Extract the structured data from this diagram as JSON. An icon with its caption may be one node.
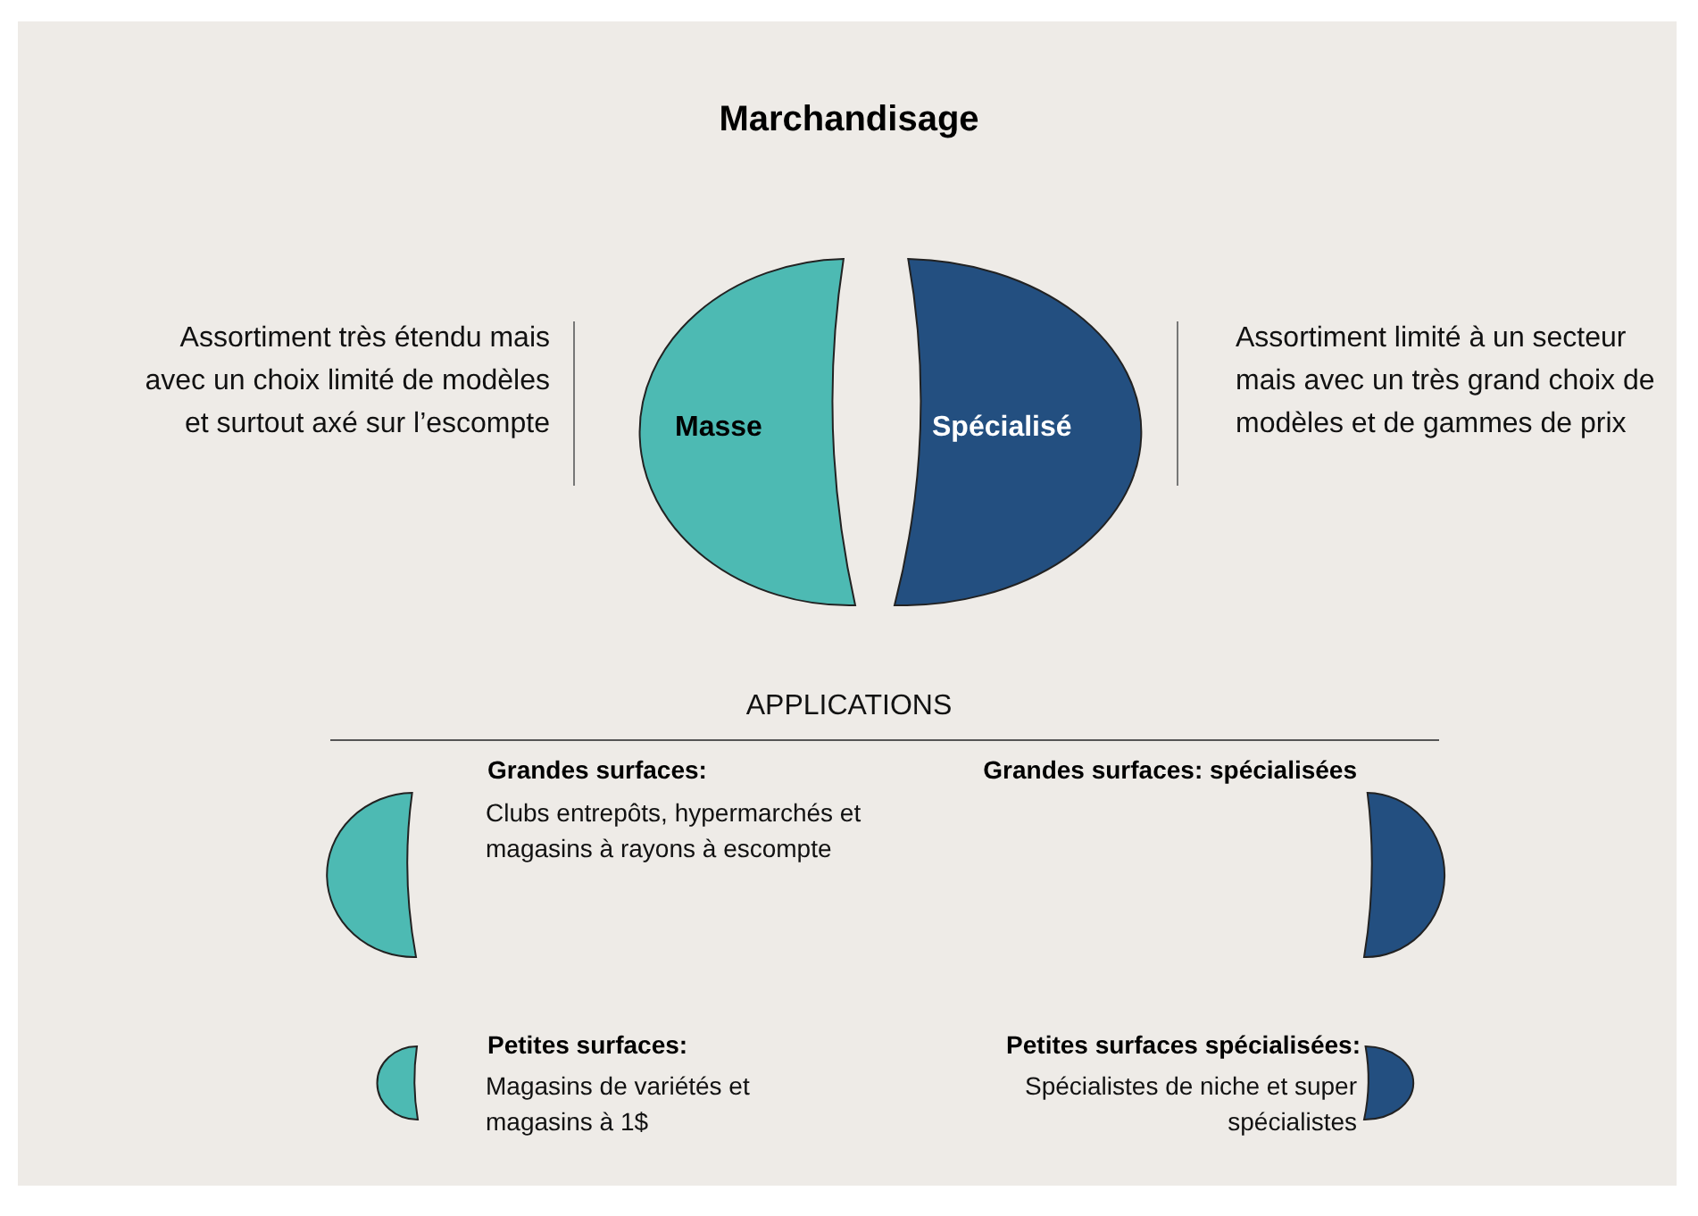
{
  "diagram": {
    "title": "Marchandisage",
    "nodes": [
      {
        "text": [
          "Masse"
        ],
        "beside": [
          "Assortiment très étendu mais avec un choix limité de modèles et surtout axé sur l’escompte"
        ]
      },
      {
        "text": [
          "Spécialisé"
        ],
        "beside": [
          "Assortiment limité à un secteur mais avec un très grand choix de modèles et de gammes de prix"
        ]
      },
      {
        "text": [],
        "shape": "semicircle",
        "beside": [
          "Grandes surfaces:",
          "Clubs entrepôts, hypermarchés et magasins à rayons à escompte"
        ]
      },
      {
        "text": [],
        "shape": "semicircle",
        "beside": [
          "Grandes surfaces: spécialisées"
        ]
      },
      {
        "text": [],
        "shape": "semicircle",
        "beside": [
          "Petites surfaces:",
          "Magasins de variétés et magasins à 1$"
        ]
      },
      {
        "text": [],
        "shape": "semicircle",
        "beside": [
          "Petites surfaces spécialisées:",
          "Spécialistes de niche et super spécialistes"
        ]
      }
    ],
    "edges": [],
    "labels": [
      "APPLICATIONS"
    ]
  }
}
